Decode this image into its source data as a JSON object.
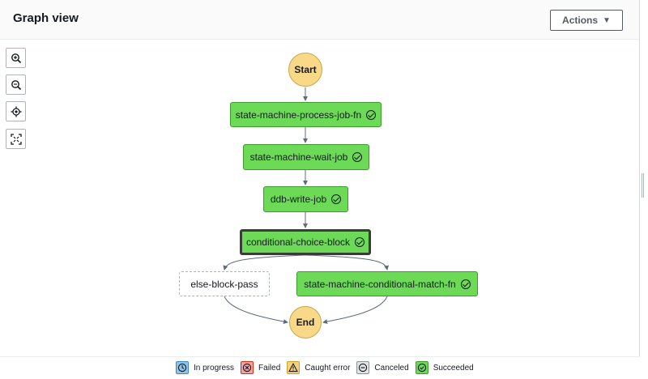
{
  "header": {
    "title": "Graph view",
    "actions_label": "Actions",
    "actions_caret": "▼"
  },
  "toolbar": {
    "zoom_in": "zoom-in-icon",
    "zoom_out": "zoom-out-icon",
    "center": "center-icon",
    "fit": "fit-to-screen-icon"
  },
  "graph": {
    "start": "Start",
    "end": "End",
    "nodes": [
      {
        "label": "state-machine-process-job-fn",
        "status": "Succeeded"
      },
      {
        "label": "state-machine-wait-job",
        "status": "Succeeded"
      },
      {
        "label": "ddb-write-job",
        "status": "Succeeded"
      },
      {
        "label": "conditional-choice-block",
        "status": "Succeeded",
        "selected": true
      },
      {
        "label": "else-block-pass",
        "status": "Not run"
      },
      {
        "label": "state-machine-conditional-match-fn",
        "status": "Succeeded"
      }
    ]
  },
  "legend": [
    {
      "label": "In progress",
      "color": "#8ec5e8",
      "icon": "clock-icon"
    },
    {
      "label": "Failed",
      "color": "#f2a3a3",
      "icon": "x-circle-icon"
    },
    {
      "label": "Caught error",
      "color": "#f7d27e",
      "icon": "warning-icon"
    },
    {
      "label": "Canceled",
      "color": "#e1e4e6",
      "icon": "minus-circle-icon"
    },
    {
      "label": "Succeeded",
      "color": "#6cd957",
      "icon": "check-circle-icon"
    }
  ],
  "colors": {
    "succeeded": "#6cd957",
    "start_end": "#f9d988",
    "edge": "#5f6b7a"
  }
}
